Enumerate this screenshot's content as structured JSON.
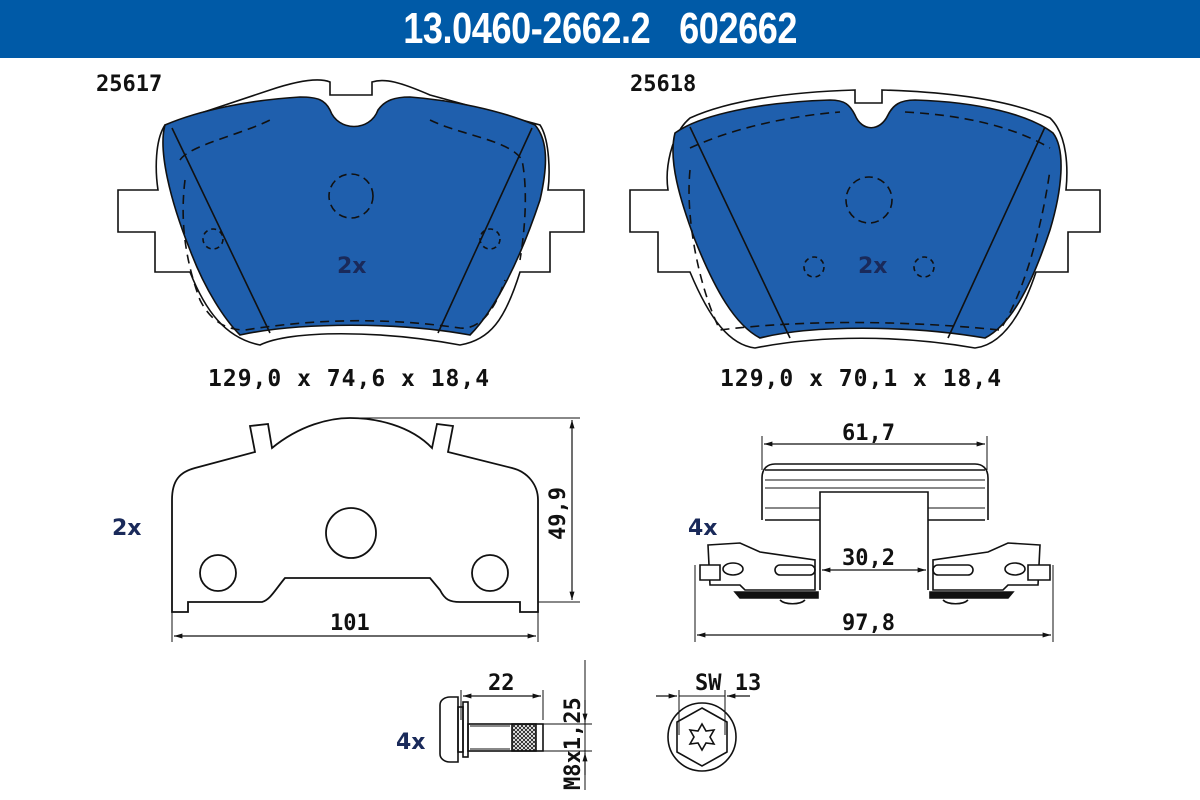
{
  "header": {
    "article_number": "13.0460-2662.2",
    "short_number": "602662",
    "background_color": "#005aa7",
    "text_color": "#ffffff"
  },
  "pads": [
    {
      "ref": "25617",
      "quantity": "2x",
      "dimensions": "129,0 x 74,6 x 18,4",
      "fill_color": "#1f5fad"
    },
    {
      "ref": "25618",
      "quantity": "2x",
      "dimensions": "129,0 x 70,1 x 18,4",
      "fill_color": "#1f5fad"
    }
  ],
  "shim": {
    "quantity": "2x",
    "width": "101",
    "height": "49,9"
  },
  "clip": {
    "quantity": "4x",
    "top_width": "61,7",
    "inner_width": "30,2",
    "overall_width": "97,8"
  },
  "bolt": {
    "quantity": "4x",
    "length": "22",
    "thread": "M8x1,25",
    "wrench_size": "SW 13"
  },
  "icons": {
    "pad": "brake-pad-outline",
    "shim": "shim-plate-outline",
    "clip": "spring-clip-outline",
    "bolt": "flange-bolt-side",
    "bolt_head": "torx-hex-head"
  }
}
